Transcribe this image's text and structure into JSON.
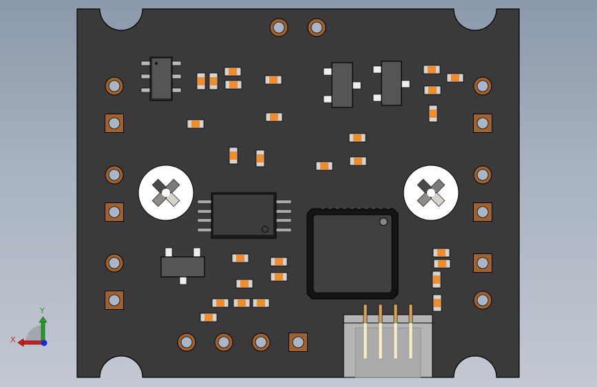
{
  "viewport": {
    "name": "3D model viewport",
    "background_top": "#8b99aa",
    "background_bottom": "#c3c8d2"
  },
  "board": {
    "name": "PCB board",
    "color": "#3a3a3a",
    "outline": "#000000",
    "mounting_notches": 4
  },
  "colors": {
    "pad_copper": "#a0622a",
    "hole": "#a9b6c7",
    "resistor_body": "#f28c28",
    "resistor_cap": "#d4d4d4",
    "ic_body": "#555555",
    "ic_dark": "#2c2c2c",
    "screw_head": "#ffffff",
    "connector": "#b5b5b5",
    "pin": "#f5efc8"
  },
  "components": {
    "smd_resistor_count": 30,
    "sot23_6_count": 1,
    "sot23_count": 3,
    "tssop8_count": 1,
    "qfn_count": 1,
    "screws": 2,
    "connector_pins": 4
  },
  "triad": {
    "x_label": "X",
    "y_label": "Y",
    "x_color": "#d11f1f",
    "y_color": "#22a022",
    "z_color": "#1a28d8"
  }
}
